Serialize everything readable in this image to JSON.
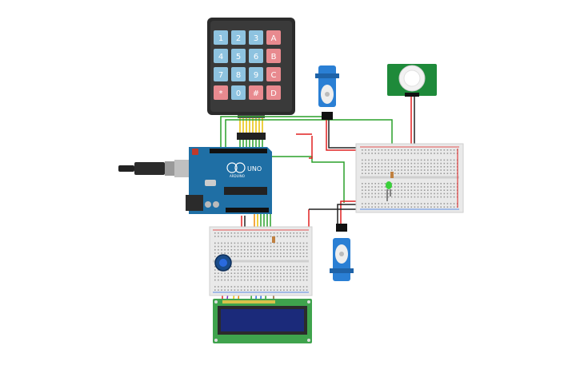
{
  "keypad": {
    "keys": [
      "1",
      "2",
      "3",
      "A",
      "4",
      "5",
      "6",
      "B",
      "7",
      "8",
      "9",
      "C",
      "*",
      "0",
      "#",
      "D"
    ],
    "digit_color": "#8ec3e0",
    "letter_color": "#e88a8f",
    "body_color": "#2b2b2b"
  },
  "arduino": {
    "model": "UNO",
    "brand": "ARDUINO",
    "body_color": "#1f6fa5"
  },
  "colors": {
    "wire_green": "#2aa02a",
    "wire_red": "#e02020",
    "wire_black": "#222222",
    "wire_yellow": "#e8c000",
    "wire_orange": "#f08a00",
    "wire_blue": "#2a6adf",
    "wire_purple": "#7a2ac0",
    "wire_brown": "#8a5a2a",
    "breadboard": "#e9e9e9",
    "servo_blue": "#2a7fd4",
    "pir_green": "#1e8a3a",
    "lcd_green": "#3fa34d",
    "lcd_screen": "#1b2a7a",
    "led_green": "#3ad03a"
  }
}
